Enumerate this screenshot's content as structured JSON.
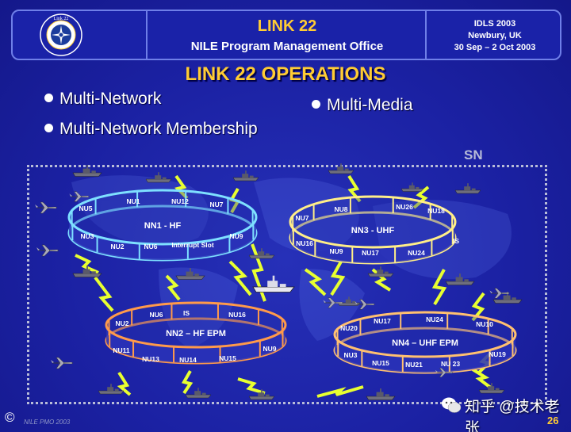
{
  "header": {
    "title": "LINK 22",
    "subtitle": "NILE Program Management Office",
    "event": "IDLS 2003",
    "location": "Newbury, UK",
    "dates": "30 Sep – 2 Oct 2003",
    "logo_text": "Link 22"
  },
  "title": "LINK 22 OPERATIONS",
  "bullets": [
    "Multi-Network",
    "Multi-Network Membership",
    "Multi-Media"
  ],
  "super_network_label": "SN",
  "rings": {
    "nn1": {
      "name": "NN1 - HF",
      "color": "#7ee0ff",
      "units": [
        "NU5",
        "NU1",
        "NU12",
        "NU7",
        "NU3",
        "NU2",
        "NU6",
        "Interrupt Slot",
        "NU9"
      ]
    },
    "nn3": {
      "name": "NN3 - UHF",
      "color": "#ffee88",
      "units": [
        "NU7",
        "NU8",
        "NU26",
        "NU18",
        "NU16",
        "NU9",
        "NU17",
        "NU24",
        "IS"
      ]
    },
    "nn2": {
      "name": "NN2 – HF EPM",
      "color": "#ff9a4a",
      "units": [
        "NU2",
        "NU6",
        "IS",
        "NU16",
        "NU11",
        "NU13",
        "NU14",
        "NU15",
        "NU9"
      ]
    },
    "nn4": {
      "name": "NN4 – UHF EPM",
      "color": "#ffc070",
      "units": [
        "NU20",
        "NU17",
        "NU24",
        "NU10",
        "NU3",
        "NU15",
        "NU21",
        "NU 23",
        "NU19"
      ]
    }
  },
  "footer": {
    "copyright": "©",
    "left_text": "NILE PMO 2003",
    "page": "26",
    "watermark": "知乎 @技术老张"
  },
  "icons": {
    "logo": "nato-compass-logo-icon",
    "ship": "ship-icon",
    "aircraft": "aircraft-icon",
    "link": "lightning-icon",
    "watermark": "wechat-icon"
  }
}
